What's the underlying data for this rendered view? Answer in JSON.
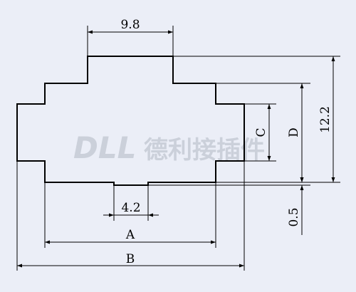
{
  "diagram": {
    "dimensions": {
      "top_width": "9.8",
      "bottom_notch": "4.2",
      "dim_a": "A",
      "dim_b": "B",
      "dim_c": "C",
      "dim_d": "D",
      "height": "12.2",
      "offset": "0.5"
    },
    "watermark": {
      "latin": "DLL",
      "cjk": "德利接插件"
    },
    "colors": {
      "background": "#ebeef7",
      "stroke": "#000000",
      "watermark": "#c6cbd6"
    }
  }
}
